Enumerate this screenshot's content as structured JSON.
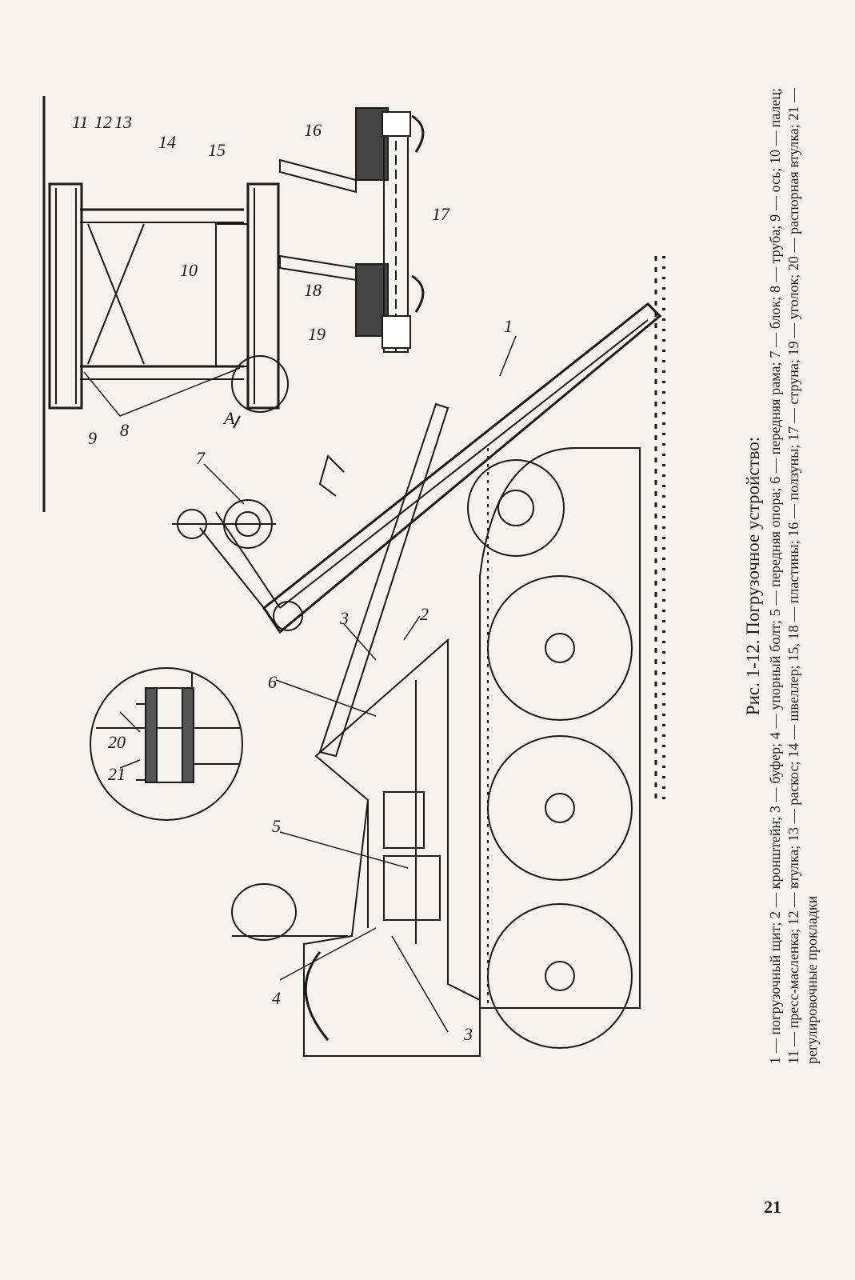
{
  "figure": {
    "title": "Рис. 1-12. Погрузочное устройство:",
    "legend": "1 — погрузочный щит; 2 — кронштейн; 3 — буфер; 4 — упорный болт; 5 — передняя опора; 6 — передняя рама; 7 — блок; 8 — труба; 9 — ось; 10 — палец; 11 — пресс-масленка; 12 — втулка; 13 — раскос; 14 — швеллер; 15, 18 — пластины; 16 — ползуны; 17 — струна; 19 — уголок; 20 — распорная втулка; 21 — регулировочные прокладки",
    "labels": {
      "l1": "1",
      "l2": "2",
      "l3a": "3",
      "l3b": "3",
      "l4": "4",
      "l5": "5",
      "l6": "6",
      "l7": "7",
      "l8": "8",
      "l9": "9",
      "l10": "10",
      "l11": "11",
      "l12": "12",
      "l13": "13",
      "l14": "14",
      "l15": "15",
      "l16": "16",
      "l17": "17",
      "l18": "18",
      "l19": "19",
      "l20": "20",
      "l21": "21",
      "lA": "A"
    }
  },
  "page": {
    "number": "21"
  }
}
